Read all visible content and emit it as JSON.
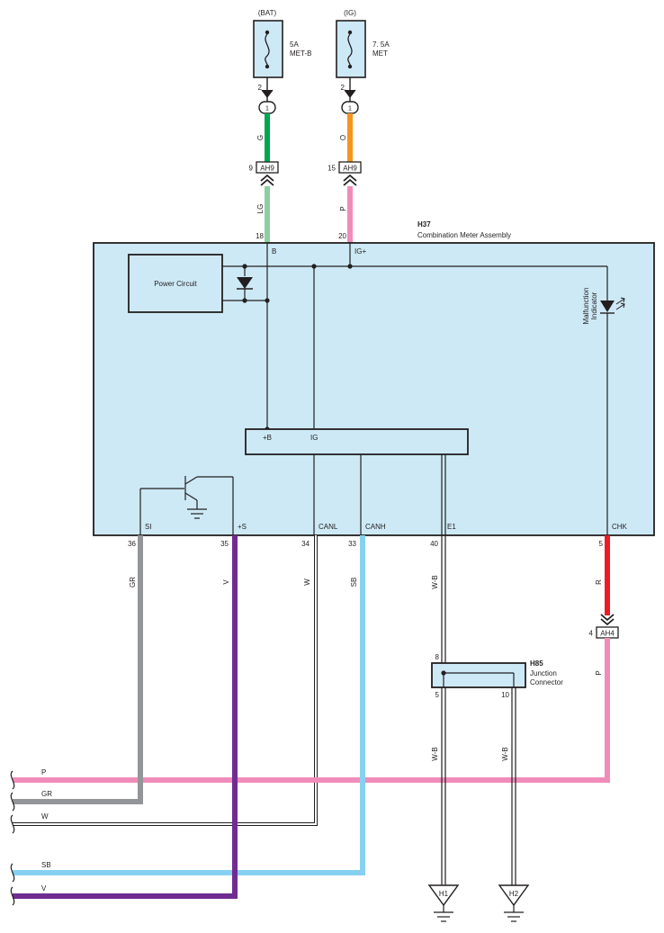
{
  "fuses": {
    "bat": {
      "source": "(BAT)",
      "rating": "5A",
      "name": "MET-B",
      "pin": "2",
      "inline_pin": "1"
    },
    "ig": {
      "source": "(IG)",
      "rating": "7. 5A",
      "name": "MET",
      "pin": "2",
      "inline_pin": "1"
    }
  },
  "connectors": {
    "ah9_a": {
      "id": "AH9",
      "pin": "9"
    },
    "ah9_b": {
      "id": "AH9",
      "pin": "15"
    },
    "ah4": {
      "id": "AH4",
      "pin": "4"
    }
  },
  "meter": {
    "id": "H37",
    "title": "Combination Meter Assembly",
    "power_circuit": "Power Circuit",
    "indicator_line1": "Malfunction",
    "indicator_line2": "Indicator",
    "inner_plus_b": "+B",
    "inner_ig": "IG",
    "top_pins": [
      {
        "pin": "18",
        "terminal": "B"
      },
      {
        "pin": "20",
        "terminal": "IG+"
      }
    ],
    "bottom_pins": [
      {
        "pin": "36",
        "terminal": "SI"
      },
      {
        "pin": "35",
        "terminal": "+S"
      },
      {
        "pin": "34",
        "terminal": "CANL"
      },
      {
        "pin": "33",
        "terminal": "CANH"
      },
      {
        "pin": "40",
        "terminal": "E1"
      },
      {
        "pin": "5",
        "terminal": "CHK"
      }
    ]
  },
  "junction": {
    "id": "H85",
    "line1": "Junction",
    "line2": "Connector",
    "pin_in": "8",
    "pin_out1": "5",
    "pin_out2": "10"
  },
  "wire_colors": {
    "g": "G",
    "o": "O",
    "lg": "LG",
    "p_top": "P",
    "gr": "GR",
    "v": "V",
    "w": "W",
    "sb": "SB",
    "wb1": "W-B",
    "r": "R",
    "p_right": "P",
    "wb2": "W-B",
    "wb3": "W-B"
  },
  "bus_labels": [
    "P",
    "GR",
    "W",
    "SB",
    "V"
  ],
  "grounds": [
    "H1",
    "H2"
  ],
  "colors": {
    "meter_fill": "#cde9f6",
    "green": "#00a651",
    "orange": "#f7941d",
    "light_green": "#8dcfa0",
    "pink": "#f08cba",
    "gray": "#939598",
    "violet": "#6f2c91",
    "sky_blue": "#86d1f1",
    "red": "#ed1c24"
  }
}
